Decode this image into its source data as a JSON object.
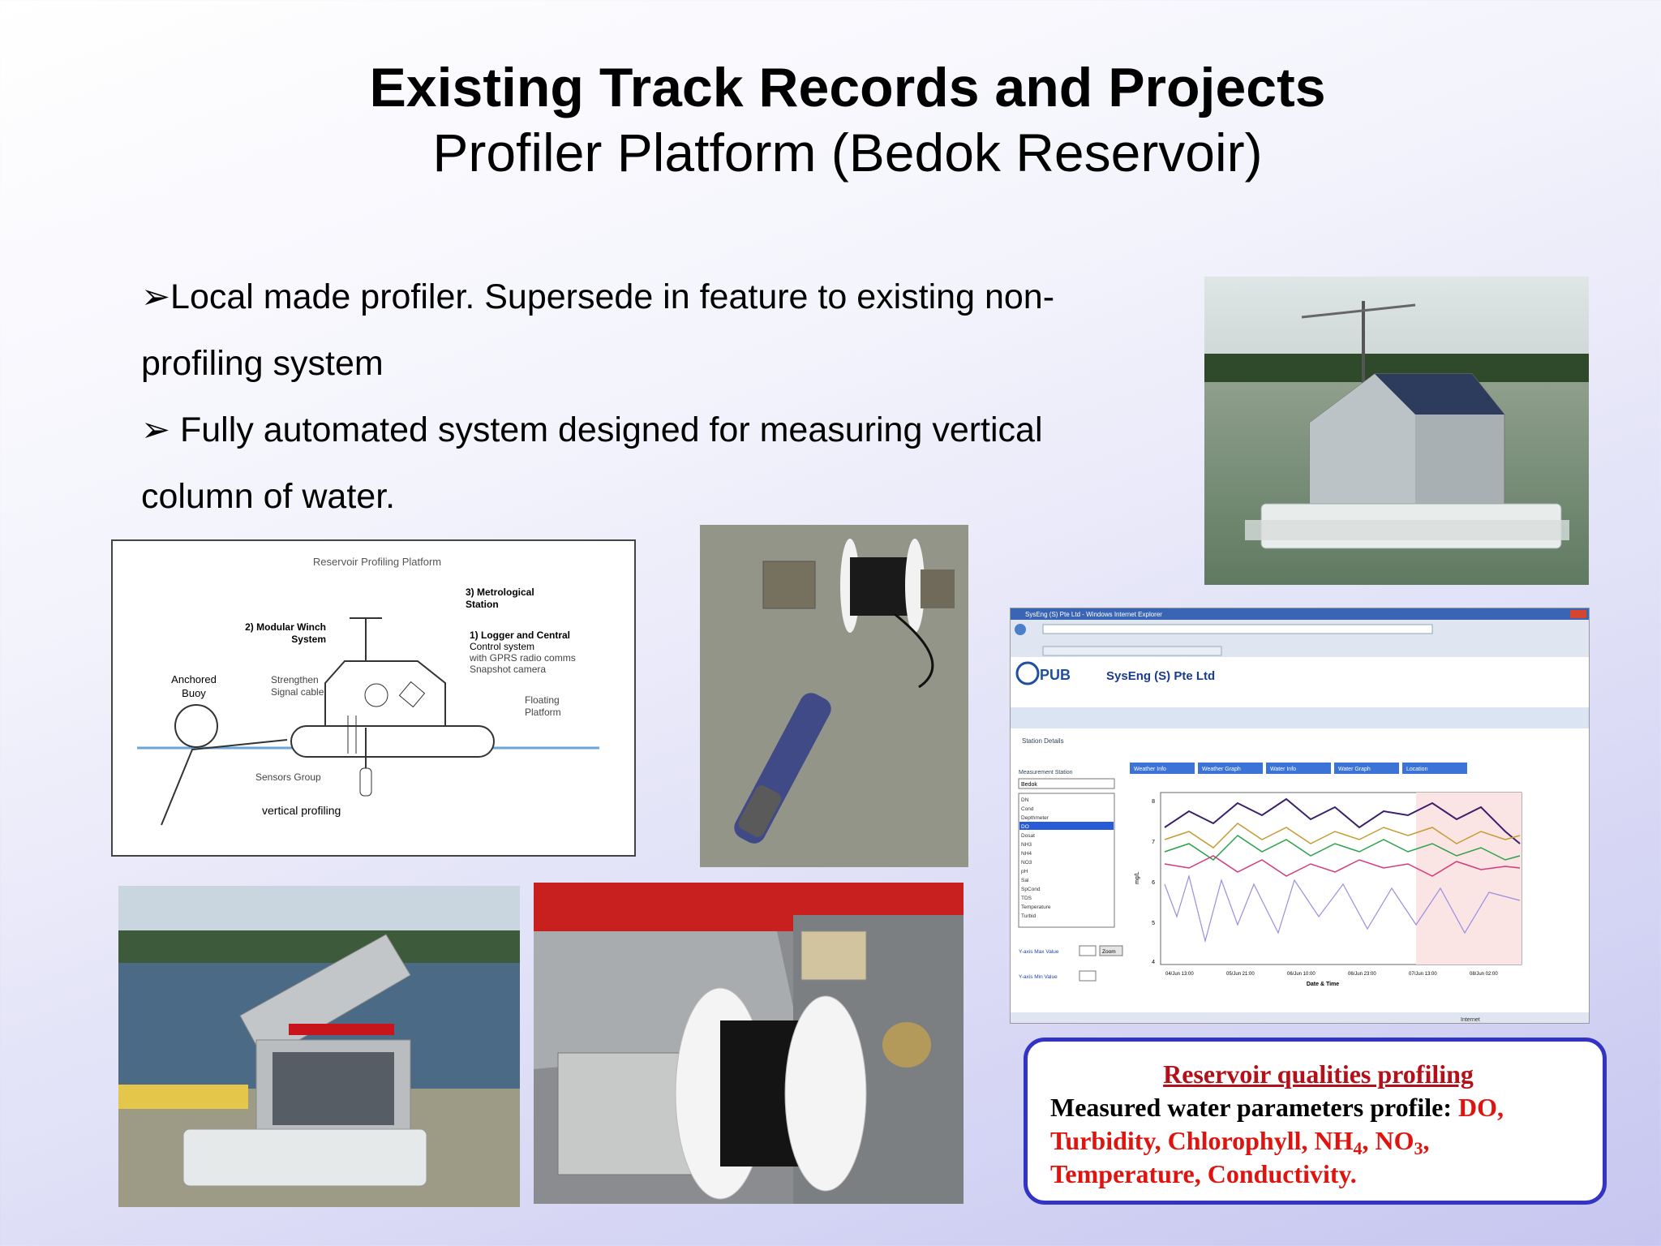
{
  "slide": {
    "title": "Existing Track Records and Projects",
    "subtitle": "Profiler Platform (Bedok Reservoir)",
    "bullets": [
      {
        "marker": "➢",
        "text_line1": "Local made profiler. Supersede in feature to existing non-",
        "text_line2": "profiling system"
      },
      {
        "marker": "➢",
        "text_line1": " Fully automated system designed for measuring vertical",
        "text_line2": "column of water."
      }
    ]
  },
  "diagram": {
    "title": "Reservoir Profiling Platform",
    "label_metrological_1": "3) Metrological",
    "label_metrological_2": "Station",
    "label_winch_1": "2) Modular Winch",
    "label_winch_2": "System",
    "label_logger_1": "1) Logger and Central",
    "label_logger_2": "Control system",
    "label_logger_3": "with GPRS radio comms",
    "label_logger_4": "Snapshot camera",
    "label_buoy_1": "Anchored",
    "label_buoy_2": "Buoy",
    "label_cable_1": "Strengthen",
    "label_cable_2": "Signal cable",
    "label_float_1": "Floating",
    "label_float_2": "Platform",
    "label_sensors": "Sensors Group",
    "label_vertical": "vertical profiling"
  },
  "browser": {
    "window_title": "SysEng (S) Pte Ltd - Windows Internet Explorer",
    "logo_pub": "PUB",
    "logo_syseng": "SysEng (S) Pte Ltd",
    "section": "Station Details",
    "select_label": "Measurement Station",
    "select_value": "Bedok",
    "tabs": [
      "Weather Info",
      "Weather Graph",
      "Water Info",
      "Water Graph",
      "Location"
    ],
    "list_items": [
      "DN",
      "Cond",
      "Depthmeter",
      "DO",
      "Dosat",
      "NH3",
      "NH4",
      "NO3",
      "pH",
      "Sal",
      "SpCond",
      "TDS",
      "Temperature",
      "Turbid"
    ],
    "y_axis_label": "mg/L",
    "x_axis_label": "Date & Time",
    "y_ticks": [
      "8",
      "7",
      "6",
      "5",
      "4"
    ],
    "x_ticks": [
      "04/Jun 13:00",
      "05/Jun 21:00",
      "06/Jun 10:00",
      "06/Jun 23:00",
      "07/Jun 13:00",
      "08/Jun 02:00"
    ],
    "ymax_label": "Y-axis Max Value",
    "ymin_label": "Y-axis Min Value",
    "zoom_label": "Zoom",
    "status_right": "Internet"
  },
  "callout": {
    "title": "Reservoir qualities profiling",
    "line_black": "Measured water parameters profile: ",
    "p_do": "DO,",
    "p_turb": "Turbidity, Chlorophyll, NH",
    "sub_4": "4",
    "p_no": ", NO",
    "sub_3": "3",
    "p_comma": ",",
    "p_last": "Temperature, Conductivity."
  },
  "colors": {
    "accent_border": "#3434c4",
    "callout_red": "#e0140f",
    "title_red": "#b3101a"
  }
}
